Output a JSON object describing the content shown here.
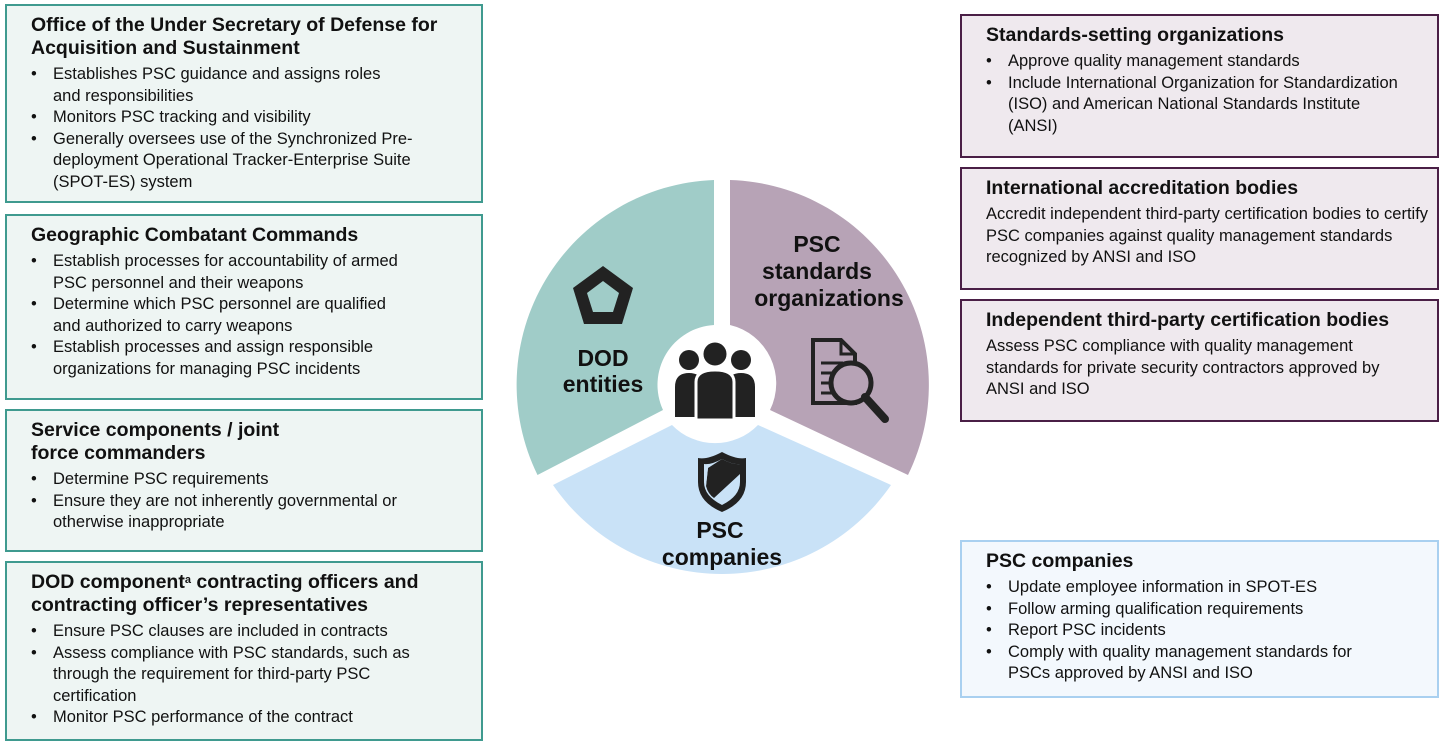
{
  "left_boxes": [
    {
      "title": "Office of the Under Secretary of Defense for Acquisition and Sustainment",
      "bullets": [
        "Establishes PSC guidance and assigns roles and responsibilities",
        "Monitors PSC tracking and visibility",
        "Generally oversees use of the Synchronized Pre-deployment Operational Tracker-Enterprise Suite (SPOT-ES) system"
      ]
    },
    {
      "title": "Geographic Combatant Commands",
      "bullets": [
        "Establish processes for accountability of armed PSC personnel and their weapons",
        "Determine which PSC personnel are qualified and authorized to carry weapons",
        "Establish processes and assign responsible organizations for managing PSC incidents"
      ]
    },
    {
      "title": "Service components / joint force commanders",
      "bullets": [
        "Determine PSC requirements",
        "Ensure they are not inherently governmental or otherwise inappropriate"
      ]
    },
    {
      "title_part1": "DOD component",
      "title_sup": "a",
      "title_part2": " contracting officers and contracting officer’s representatives",
      "bullets": [
        "Ensure PSC clauses are included in contracts",
        "Assess compliance with PSC standards, such as through the requirement for third-party PSC certification",
        "Monitor PSC performance of the contract"
      ]
    }
  ],
  "right_boxes": [
    {
      "title": "Standards-setting organizations",
      "bullets": [
        "Approve quality management standards",
        "Include International Organization for Standardization (ISO) and American National Standards Institute (ANSI)"
      ]
    },
    {
      "title": "International accreditation bodies",
      "text": "Accredit independent third-party certification bodies to certify PSC companies against quality management standards recognized by ANSI and ISO"
    },
    {
      "title": "Independent third-party certification bodies",
      "text": "Assess PSC compliance with quality management standards for private security contractors approved by ANSI and ISO"
    }
  ],
  "psc_box": {
    "title": "PSC companies",
    "bullets": [
      "Update employee information in SPOT-ES",
      "Follow arming qualification requirements",
      "Report PSC incidents",
      "Comply with quality management standards for PSCs approved by ANSI and ISO"
    ]
  },
  "ring": {
    "dod": {
      "line1": "DOD",
      "line2": "entities",
      "color": "#a0ccc8",
      "icon": "pentagon-icon"
    },
    "std": {
      "line1": "PSC",
      "line2": "standards",
      "line3": "organizations",
      "color": "#b7a3b6",
      "icon": "document-magnifier-icon"
    },
    "psc": {
      "line1": "PSC",
      "line2": "companies",
      "color": "#c9e2f7",
      "icon": "shield-icon"
    },
    "center_icon": "people-group-icon"
  }
}
